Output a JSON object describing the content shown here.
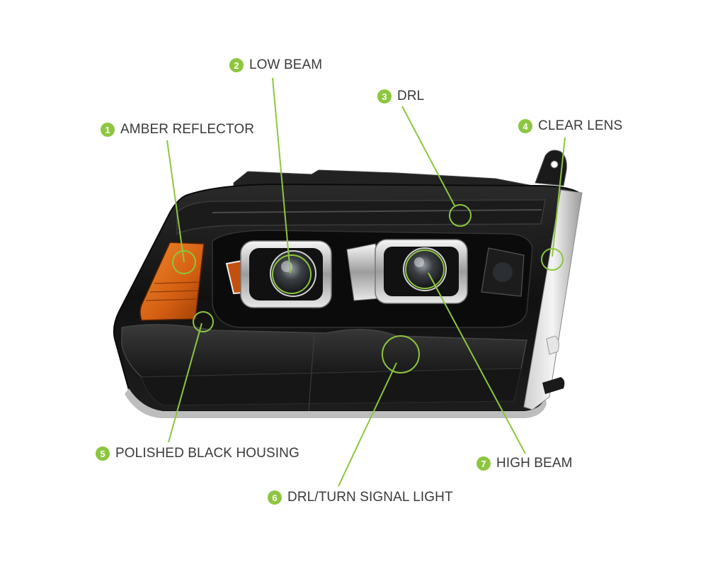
{
  "callouts": [
    {
      "id": "amber-reflector",
      "number": "1",
      "label": "AMBER REFLECTOR"
    },
    {
      "id": "low-beam",
      "number": "2",
      "label": "LOW BEAM"
    },
    {
      "id": "drl",
      "number": "3",
      "label": "DRL"
    },
    {
      "id": "clear-lens",
      "number": "4",
      "label": "CLEAR LENS"
    },
    {
      "id": "polished-black-housing",
      "number": "5",
      "label": "POLISHED BLACK HOUSING"
    },
    {
      "id": "drl-turn-signal",
      "number": "6",
      "label": "DRL/TURN SIGNAL LIGHT"
    },
    {
      "id": "high-beam",
      "number": "7",
      "label": "HIGH BEAM"
    }
  ],
  "colors": {
    "accent": "#8dc63f",
    "label_text": "#3a3a3a",
    "housing": "#141414",
    "amber": "#d45f12"
  }
}
